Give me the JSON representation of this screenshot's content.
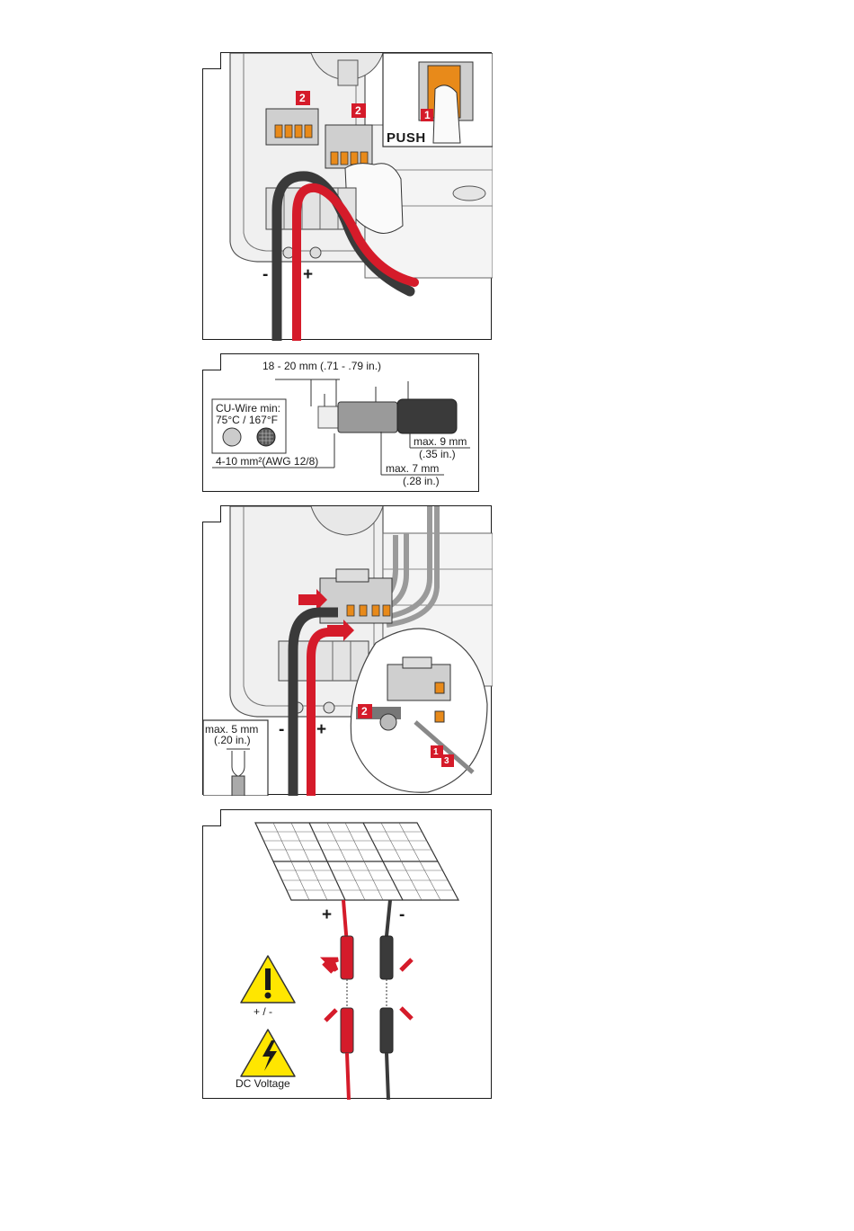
{
  "panel1": {
    "push_label": "PUSH",
    "minus": "-",
    "plus": "+",
    "step_badges": [
      "2",
      "2",
      "1"
    ]
  },
  "panel2": {
    "strip_length": "18 - 20 mm (.71 - .79 in.)",
    "cu_wire": "CU-Wire min:",
    "temperature": "75°C / 167°F",
    "cross_section": "4-10 mm²(AWG 12/8)",
    "max9": "max. 9 mm",
    "max9_in": "(.35 in.)",
    "max7": "max. 7 mm",
    "max7_in": "(.28 in.)"
  },
  "panel3": {
    "max5": "max. 5 mm",
    "max5_in": "(.20 in.)",
    "minus": "-",
    "plus": "+",
    "step_badges": [
      "2",
      "1",
      "3"
    ]
  },
  "panel4": {
    "plus": "+",
    "minus": "-",
    "polarity": "+ / -",
    "dc_voltage": "DC Voltage"
  },
  "colors": {
    "red": "#d51b2a",
    "black": "#3a3a3a",
    "grey": "#9a9a9a",
    "orange": "#e88a1a",
    "yellow": "#ffe600"
  }
}
